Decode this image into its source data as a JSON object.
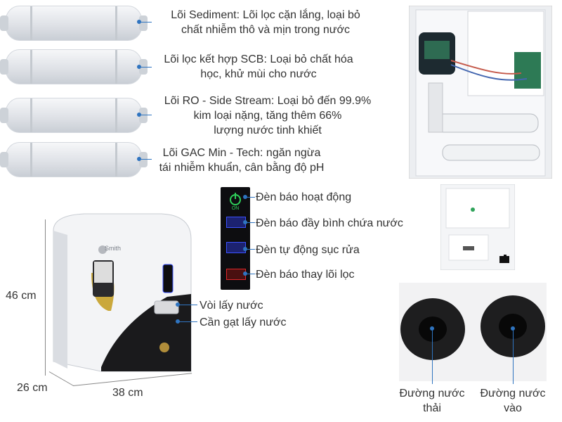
{
  "filters": [
    {
      "line1": "Lõi Sediment: Lõi lọc cặn lắng, loại bỏ",
      "line2": "chất nhiễm thô và mịn trong nước"
    },
    {
      "line1": "Lõi lọc kết hợp SCB: Loại bỏ chất hóa",
      "line2": "học, khử mùi cho nước"
    },
    {
      "line1": "Lõi RO - Side Stream: Loại bỏ đến 99.9%",
      "line2": "kim loại nặng, tăng thêm 66%",
      "line3": "lượng nước tinh khiết"
    },
    {
      "line1": "Lõi GAC Min - Tech: ngăn ngừa",
      "line2": "tái nhiễm khuẩn, cân bằng độ pH"
    }
  ],
  "indicators": [
    {
      "label": "Đèn báo hoạt động",
      "panel_text": "ON"
    },
    {
      "label": "Đèn báo đầy bình chứa nước",
      "panel_text": ""
    },
    {
      "label": "Đèn tự động sục rửa",
      "panel_text": ""
    },
    {
      "label": "Đèn báo thay lõi lọc",
      "panel_text": ""
    }
  ],
  "parts": {
    "tap": "Vòi lấy nước",
    "lever": "Cần gạt lấy nước"
  },
  "dimensions": {
    "height": "46 cm",
    "depth": "26 cm",
    "width": "38 cm"
  },
  "brand": "Smith",
  "pipes": {
    "waste": {
      "line1": "Đường nước",
      "line2": "thải"
    },
    "inlet": {
      "line1": "Đường nước",
      "line2": "vào"
    }
  },
  "colors": {
    "accent": "#2f74c0",
    "panel": "#0d0d10",
    "led_green": "#2fd05a",
    "led_blue": "#3b52ff",
    "led_red": "#e0282a"
  }
}
